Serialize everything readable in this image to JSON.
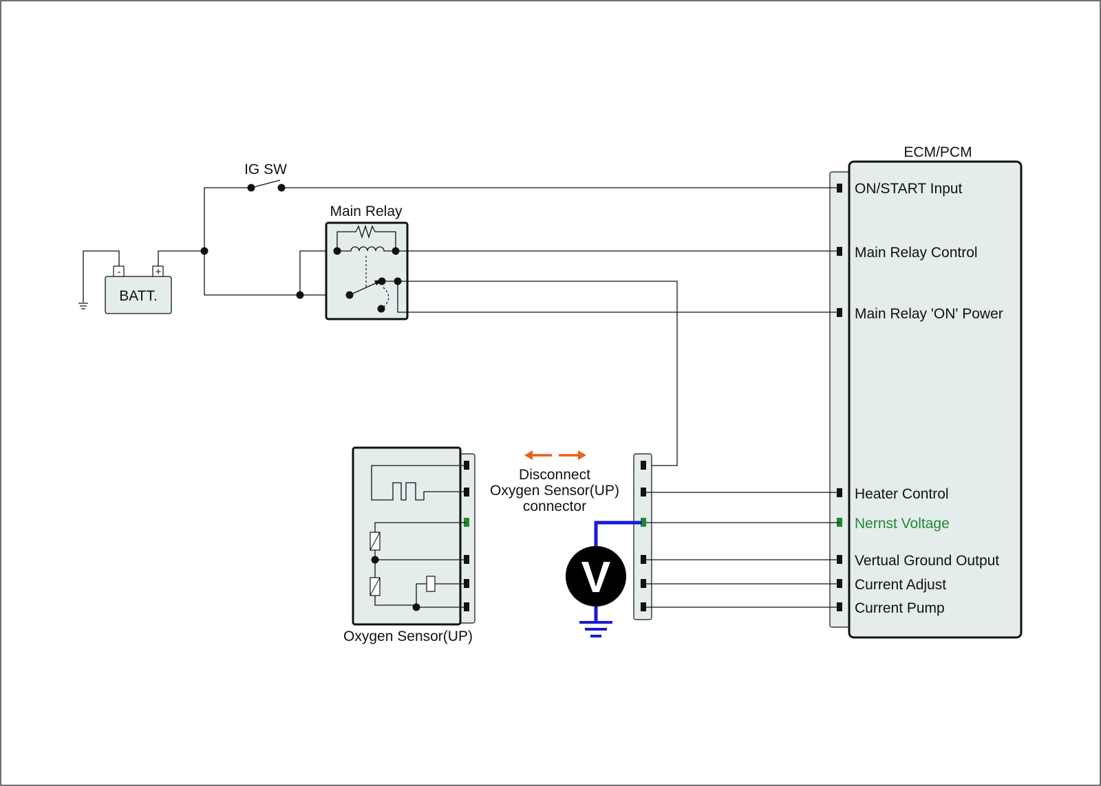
{
  "ecm": {
    "title": "ECM/PCM",
    "pins": [
      {
        "label": "ON/START Input"
      },
      {
        "label": "Main Relay Control"
      },
      {
        "label": "Main Relay 'ON' Power"
      },
      {
        "label": "Heater Control"
      },
      {
        "label": "Nernst Voltage",
        "highlight": true
      },
      {
        "label": "Vertual Ground Output"
      },
      {
        "label": "Current Adjust"
      },
      {
        "label": "Current Pump"
      }
    ]
  },
  "ig_switch": {
    "label": "IG SW"
  },
  "main_relay": {
    "label": "Main Relay"
  },
  "battery": {
    "label": "BATT.",
    "neg_symbol": "-",
    "pos_symbol": "+"
  },
  "oxygen_sensor": {
    "label": "Oxygen Sensor(UP)"
  },
  "instruction": {
    "lines": [
      "Disconnect",
      "Oxygen Sensor(UP)",
      "connector"
    ]
  },
  "voltmeter": {
    "symbol": "V"
  },
  "colors": {
    "measure_wire": "#1a1ad6",
    "highlight_pin": "#1f8a2a",
    "arrow": "#e8601a",
    "box_fill": "#e4ecec"
  }
}
